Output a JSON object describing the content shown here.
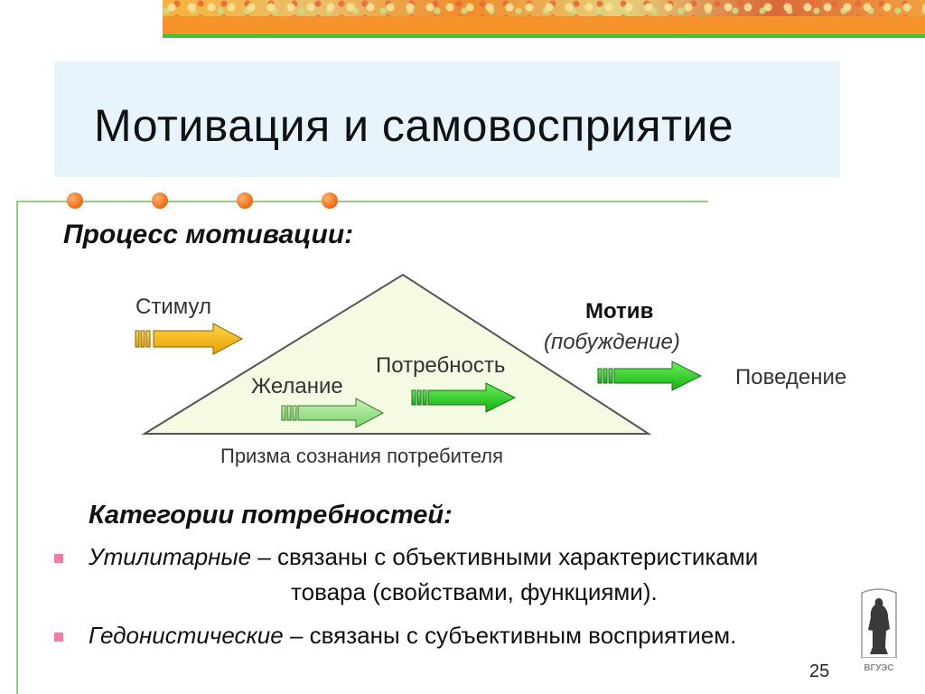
{
  "slide": {
    "title": "Мотивация и самовосприятие",
    "page_number": "25"
  },
  "process": {
    "heading": "Процесс мотивации:",
    "stimulus_label": "Стимул",
    "desire_label": "Желание",
    "need_label": "Потребность",
    "motive_label": "Мотив",
    "motive_sublabel": "(побуждение)",
    "behavior_label": "Поведение",
    "prism_caption": "Призма сознания потребителя"
  },
  "categories": {
    "heading": "Категории потребностей:",
    "items": [
      {
        "term": "Утилитарные",
        "text": " – связаны с  объективными характеристиками",
        "continuation": "товара (свойствами, функциями)."
      },
      {
        "term": "Гедонистические",
        "text": " – связаны с субъективным восприятием.",
        "continuation": ""
      }
    ]
  },
  "logo": {
    "text": "ВГУЭС",
    "icon": "statue-emblem-icon"
  },
  "colors": {
    "title_background": "#e8f4fb",
    "frame_green": "#8fd27a",
    "dot_orange": "#f07a22",
    "bullet_pink": "#f07aa8",
    "arrow_yellow": "#f5b50c",
    "arrow_light_green": "#9be28a",
    "arrow_green": "#2ed02a"
  }
}
